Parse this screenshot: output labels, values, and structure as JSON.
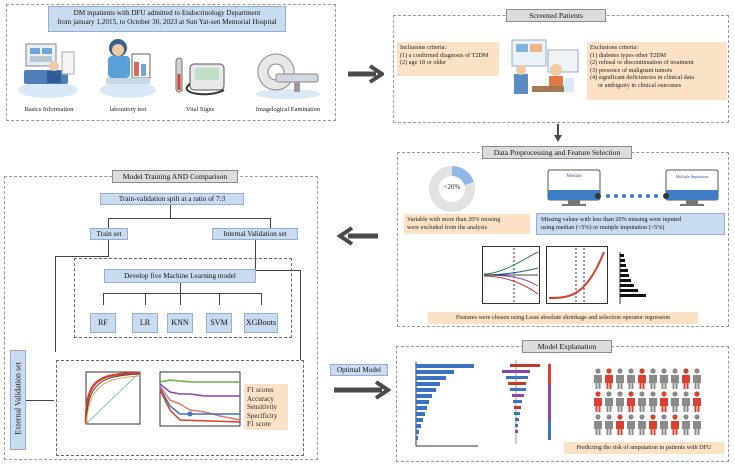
{
  "top_left": {
    "title_line1": "DM inpatients with DFU admitted to Endocrinology Department",
    "title_line2": "from january 1,2015, to October 30, 2023 at Sun Yat-sen Memorial Hospital",
    "labels": [
      "Basics Information",
      "laboratory test",
      "Vital Signs",
      "Imagelogical Eamination"
    ]
  },
  "screened": {
    "title": "Screened Patients",
    "inclusion_title": "Inclusions criteria:",
    "inclusion": [
      "(1) a confirmed diagnosis of T2DM",
      "(2) age 18 or older"
    ],
    "exclusion_title": "Exclusions criteria:",
    "exclusion": [
      "(1) diabetes types other T2DM",
      "(2) refusal or discontinuation of treatment",
      "(3) presence of malignant tumors",
      "(4) significant deficiencies in clinical  data",
      "or ambiguity in clinical outcomes"
    ]
  },
  "preprocess": {
    "title": "Data Preprocessing and Feature Selection",
    "donut_label": "<20%",
    "monitor1_label": "Median",
    "monitor2_label": "Multiple Imputation",
    "note1": [
      "Variable with more than 20% missing",
      "were excluded  from the analysis"
    ],
    "note2": [
      "Missing values with less than 20% missing were inputed",
      "using median (<5%) or mutiple imputation (>5%)"
    ],
    "features_note": "Features were chosen using Least absolute shrinkage and selection operator regression"
  },
  "training": {
    "title": "Model Training AND Comparison",
    "split": "Train-validation spilt at a ratio of 7:3",
    "train_set": "Train set",
    "internal_val": "Internal Validation set",
    "develop": "Develop five Machine Learning model",
    "models": [
      "RF",
      "LR",
      "KNN",
      "SVM",
      "XGBoots"
    ],
    "external_val": "External Validation set",
    "metrics": [
      "F1 scores",
      "Accuracy",
      "Sensitivity",
      "Specificity",
      "F1 score"
    ]
  },
  "explanation": {
    "title": "Model Explanation",
    "optimal": "Optimal Model",
    "predict_note": "Predicting the risk of amputation in patients with DFU"
  },
  "colors": {
    "blue_box": "#c9dcef",
    "peach_box": "#fbe2c6",
    "header_gray": "#dcdcdc",
    "arrow": "#4a4a4a",
    "figure_red": "#d9402e",
    "figure_gray": "#8a8a8a",
    "bar_blue": "#3a73c4"
  }
}
